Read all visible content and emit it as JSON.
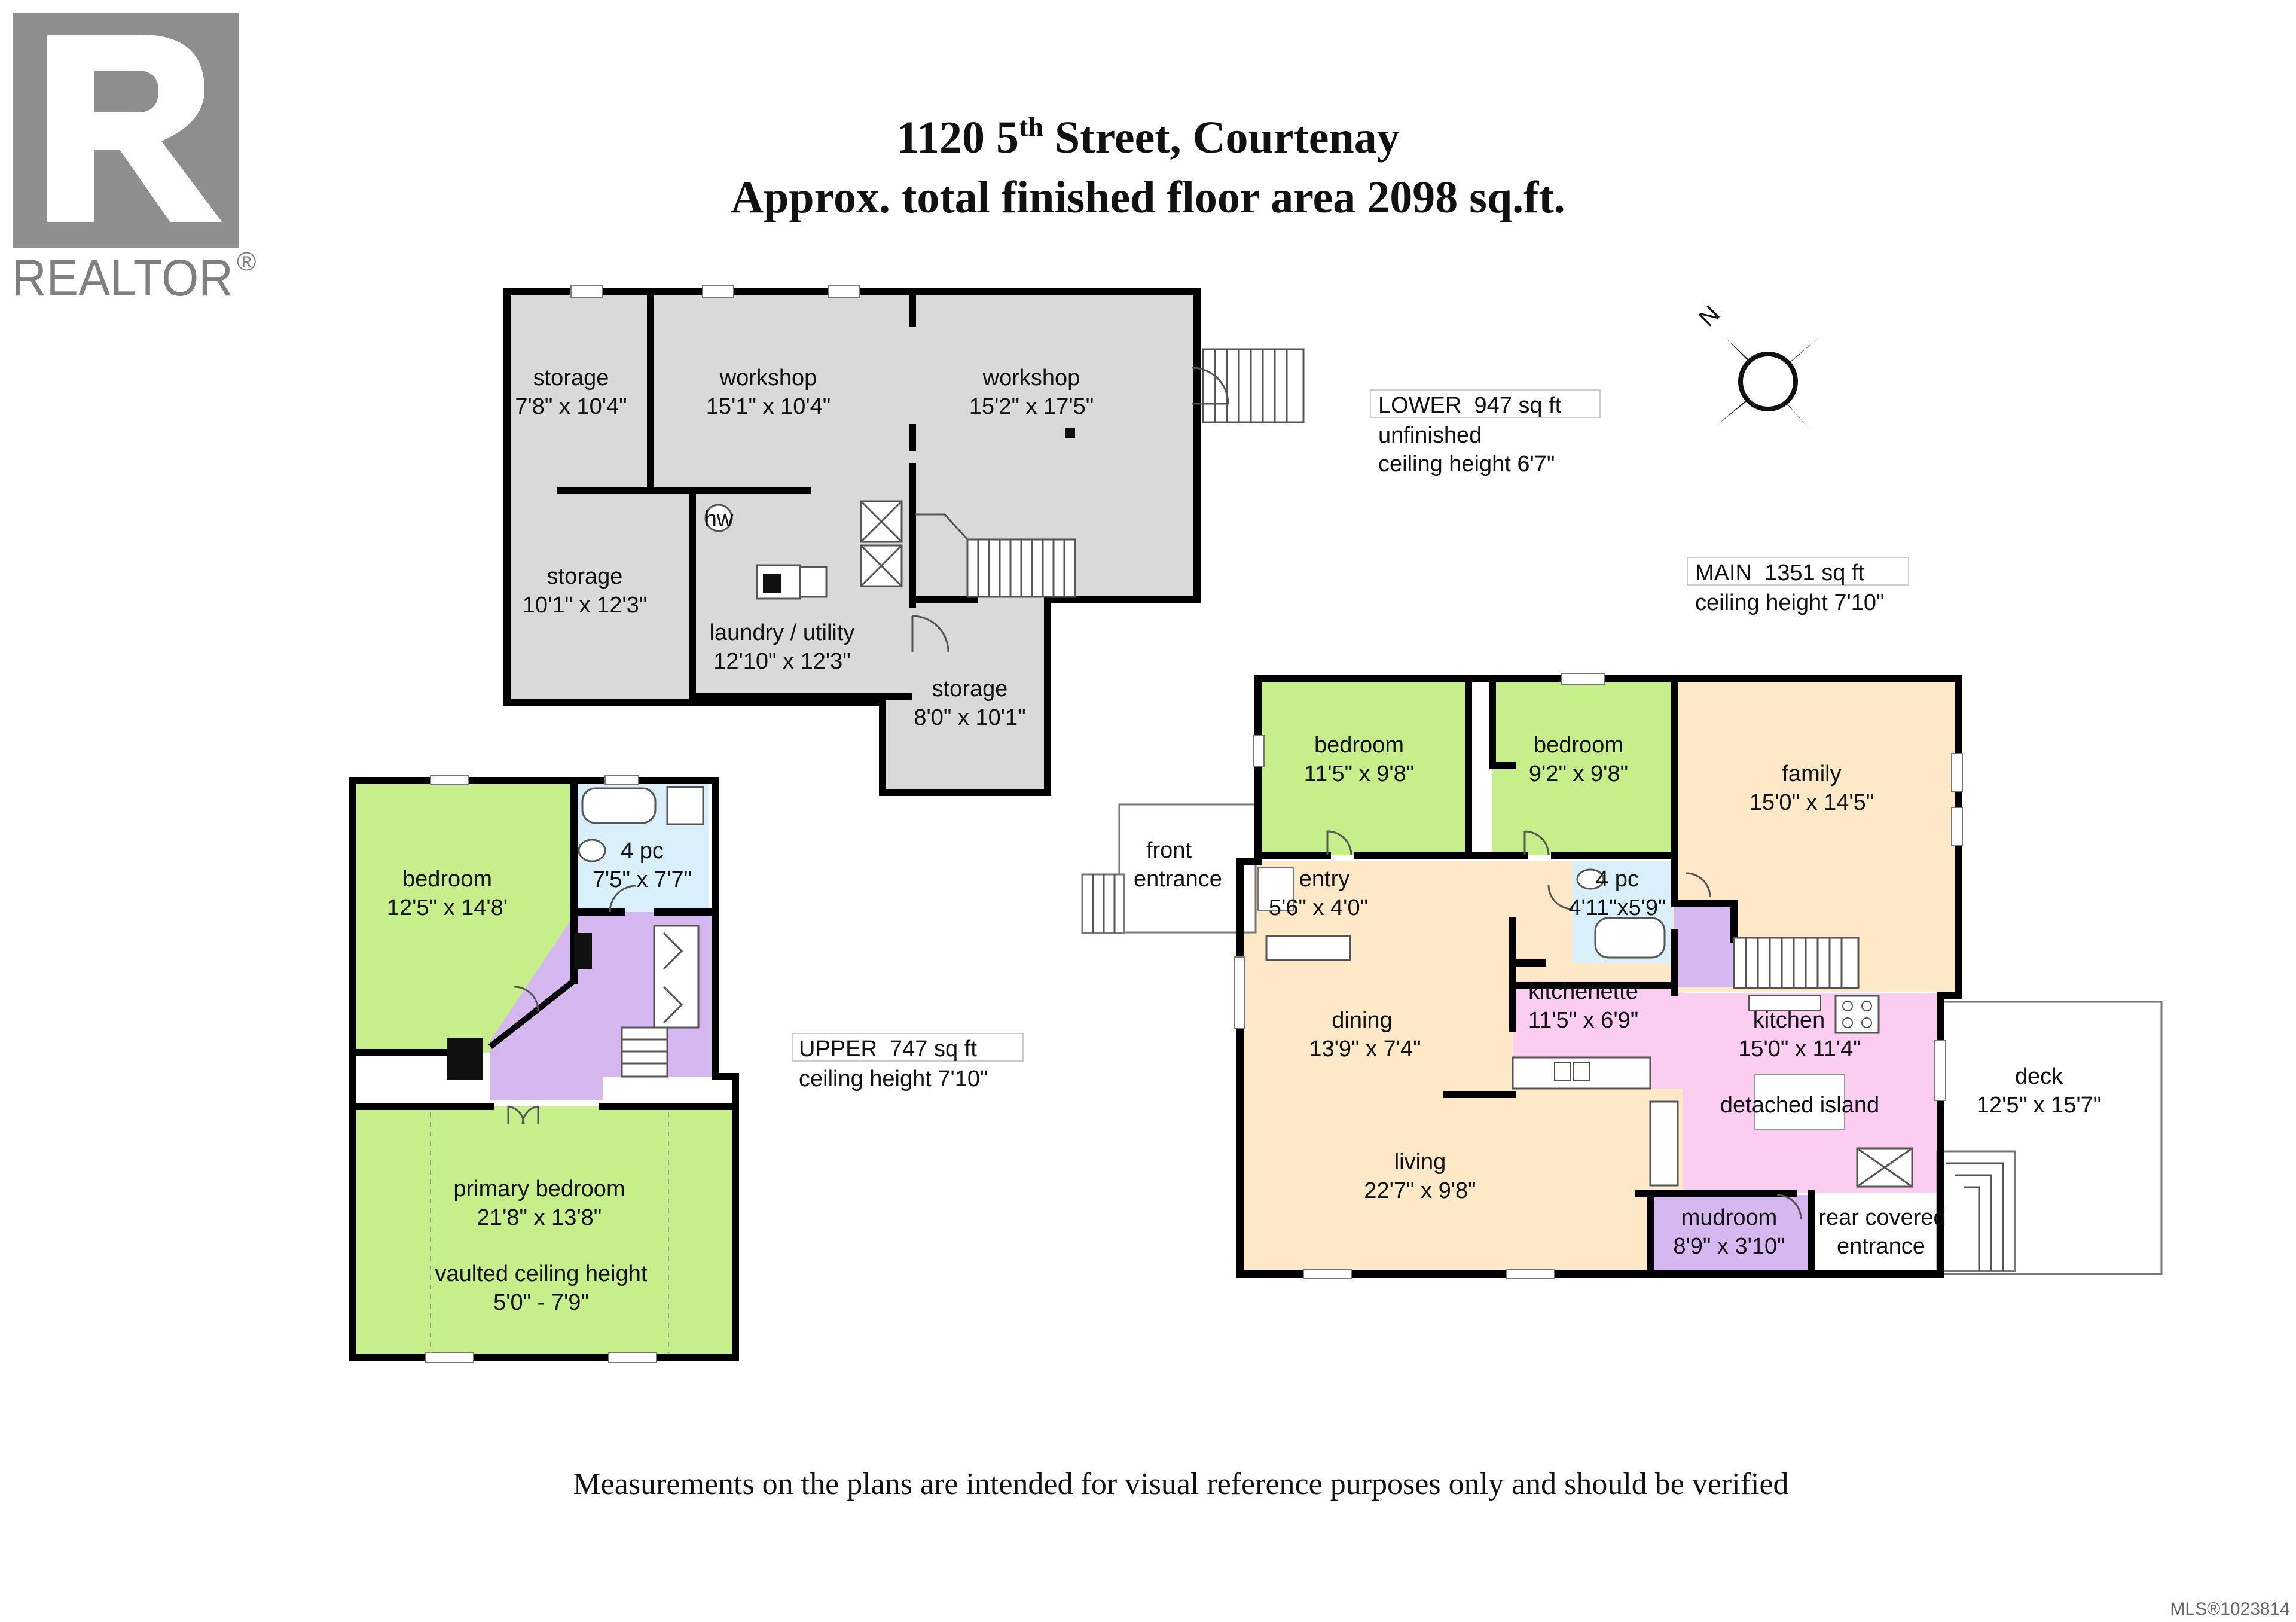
{
  "header": {
    "address": "1120 5",
    "address_sup": "th",
    "address_rest": " Street, Courtenay",
    "area_line": "Approx. total finished floor area 2098 sq.ft."
  },
  "logo": {
    "brand": "REALTOR",
    "mark": "®"
  },
  "footer": {
    "disclaimer": "Measurements on the plans are intended for visual reference purposes only and should be verified",
    "mls": "MLS®1023814"
  },
  "legend": {
    "lower": {
      "line1": "LOWER  947 sq ft",
      "line2": "unfinished",
      "line3": "ceiling height 6'7\""
    },
    "main": {
      "line1": "MAIN  1351 sq ft",
      "line2": "ceiling height 7'10\""
    },
    "upper": {
      "line1": "UPPER  747 sq ft",
      "line2": "ceiling height 7'10\""
    }
  },
  "colors": {
    "lower_fill": "#d9d9d9",
    "bedroom_fill": "#c6ef8c",
    "living_fill": "#fde9c7",
    "bath_fill": "#d9f0fb",
    "hall_fill": "#d6b8f0",
    "kitchen_fill": "#fbcdf0"
  },
  "lower": {
    "storage1": {
      "name": "storage",
      "dims": "7'8\" x 10'4\""
    },
    "workshop1": {
      "name": "workshop",
      "dims": "15'1\" x 10'4\""
    },
    "workshop2": {
      "name": "workshop",
      "dims": "15'2\" x 17'5\""
    },
    "hw": "hw",
    "storage2": {
      "name": "storage",
      "dims": "10'1\" x 12'3\""
    },
    "laundry": {
      "name": "laundry / utility",
      "dims": "12'10\" x 12'3\""
    },
    "storage3": {
      "name": "storage",
      "dims": "8'0\" x 10'1\""
    }
  },
  "upper": {
    "bedroom": {
      "name": "bedroom",
      "dims": "12'5\" x 14'8'"
    },
    "bath": {
      "name": "4 pc",
      "dims": "7'5\" x 7'7\""
    },
    "primary": {
      "name": "primary bedroom",
      "dims": "21'8\" x 13'8\"",
      "note1": "vaulted ceiling height",
      "note2": "5'0\" - 7'9\""
    }
  },
  "main": {
    "bedroom1": {
      "name": "bedroom",
      "dims": "11'5\" x 9'8\""
    },
    "bedroom2": {
      "name": "bedroom",
      "dims": "9'2\" x 9'8\""
    },
    "family": {
      "name": "family",
      "dims": "15'0\" x 14'5\""
    },
    "front": {
      "line1": "front",
      "line2": "entrance"
    },
    "entry": {
      "name": "entry",
      "dims": "5'6\" x 4'0\""
    },
    "bath": {
      "name": "4 pc",
      "dims": "4'11\"x5'9\""
    },
    "kitchenette": {
      "name": "kitchenette",
      "dims": "11'5\" x 6'9\""
    },
    "kitchen": {
      "name": "kitchen",
      "dims": "15'0\" x 11'4\""
    },
    "dining": {
      "name": "dining",
      "dims": "13'9\" x 7'4\""
    },
    "island": "detached island",
    "deck": {
      "name": "deck",
      "dims": "12'5\" x 15'7\""
    },
    "living": {
      "name": "living",
      "dims": "22'7\" x 9'8\""
    },
    "mudroom": {
      "name": "mudroom",
      "dims": "8'9\" x 3'10\""
    },
    "rear": {
      "line1": "rear covered",
      "line2": "entrance"
    }
  },
  "compass": {
    "north": "N"
  }
}
